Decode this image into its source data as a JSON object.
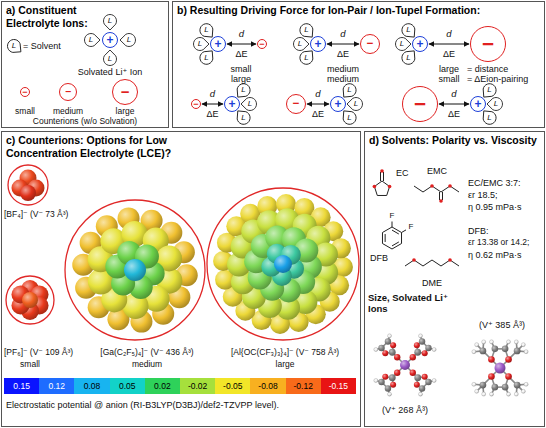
{
  "diagram": {
    "nodes": [
      {
        "text": [
          "a) Constituent Electrolyte Ions:"
        ]
      },
      {
        "text": [
          "+"
        ],
        "in": 0
      },
      {
        "text": [
          "−"
        ],
        "in": 0
      },
      {
        "text": [
          "−"
        ],
        "in": 0
      },
      {
        "text": [
          "−"
        ],
        "in": 0
      },
      {
        "text": [
          "b) Resulting Driving Force for Ion-Pair / Ion-Tupel Formation:"
        ]
      },
      {
        "text": [
          "+"
        ],
        "in": 5
      },
      {
        "text": [
          "−"
        ],
        "in": 5
      },
      {
        "text": [
          "+"
        ],
        "in": 5
      },
      {
        "text": [
          "−"
        ],
        "in": 5
      },
      {
        "text": [
          "+"
        ],
        "in": 5
      },
      {
        "text": [
          "−"
        ],
        "in": 5
      },
      {
        "text": [
          "−"
        ],
        "in": 5
      },
      {
        "text": [
          "+"
        ],
        "in": 5
      },
      {
        "text": [
          "−"
        ],
        "in": 5
      },
      {
        "text": [
          "+"
        ],
        "in": 5
      },
      {
        "text": [
          "−"
        ],
        "in": 5
      },
      {
        "text": [
          "+"
        ],
        "in": 5
      },
      {
        "text": [
          "c) Counterions: Options for Low Concentration Electrolyte (LCE)?"
        ]
      },
      {
        "text": [
          "d) Solvents: Polarity vs. Viscosity"
        ]
      }
    ],
    "edges": [
      {
        "from": 6,
        "to": 7,
        "label": "d",
        "arrow": "both"
      },
      {
        "from": 8,
        "to": 9,
        "label": "d",
        "arrow": "both"
      },
      {
        "from": 10,
        "to": 11,
        "label": "d",
        "arrow": "both"
      },
      {
        "from": 12,
        "to": 13,
        "label": "d",
        "arrow": "both"
      },
      {
        "from": 14,
        "to": 15,
        "label": "d",
        "arrow": "both"
      },
      {
        "from": 16,
        "to": 17,
        "label": "d",
        "arrow": "both"
      }
    ],
    "labels": [
      "L",
      "= Solvent",
      "L",
      "L",
      "L",
      "L",
      "Solvated Li⁺ Ion",
      "small",
      "medium",
      "large",
      "Counterions (w/o Solvation)",
      "L",
      "L",
      "L",
      "ΔE",
      "L",
      "L",
      "L",
      "ΔE",
      "L",
      "L",
      "L",
      "ΔE",
      "small",
      "large",
      "medium",
      "medium",
      "large",
      "small",
      "= distance",
      "= ΔEion-pairing",
      "ΔE",
      "L",
      "L",
      "L",
      "ΔE",
      "L",
      "L",
      "L",
      "ΔE",
      "L",
      "L",
      "L",
      "[BF₄]⁻ (V⁻ 73 Å³)",
      "[PF₆]⁻ (V⁻ 109 Å³)",
      "small",
      "[Ga(C₂F₅)₄]⁻ (V⁻ 436 Å³)",
      "medium",
      "[Al{OC(CF₃)₃}₄]⁻ (V⁻ 758 Å³)",
      "large",
      "Electrostatic potential @ anion (RI-B3LYP(D3BJ)/def2-TZVPP level).",
      "EC",
      "EMC",
      "EC/EMC 3:7:",
      "εr 18.5;",
      "η 0.95 mPa·s",
      "F",
      "F",
      "DFB:",
      "εr 13.38 or 14.2;",
      "η 0.62 mPa·s",
      "DFB",
      "DME",
      "Size, Solvated Li⁺ Ions",
      "(V⁺ 385 Å³)",
      "(V⁺ 268 Å³)"
    ],
    "legend": [
      {
        "text": "0.15",
        "color": "#0a14ff"
      },
      {
        "text": "0.12",
        "color": "#1e6cff"
      },
      {
        "text": "0.08",
        "color": "#18b4f0"
      },
      {
        "text": "0.05",
        "color": "#12d2c8"
      },
      {
        "text": "0.02",
        "color": "#2ed25a"
      },
      {
        "text": "-0.02",
        "color": "#a6e03c"
      },
      {
        "text": "-0.05",
        "color": "#f2e628"
      },
      {
        "text": "-0.08",
        "color": "#f8b020"
      },
      {
        "text": "-0.12",
        "color": "#f86a1a"
      },
      {
        "text": "-0.15",
        "color": "#e81414"
      }
    ]
  }
}
